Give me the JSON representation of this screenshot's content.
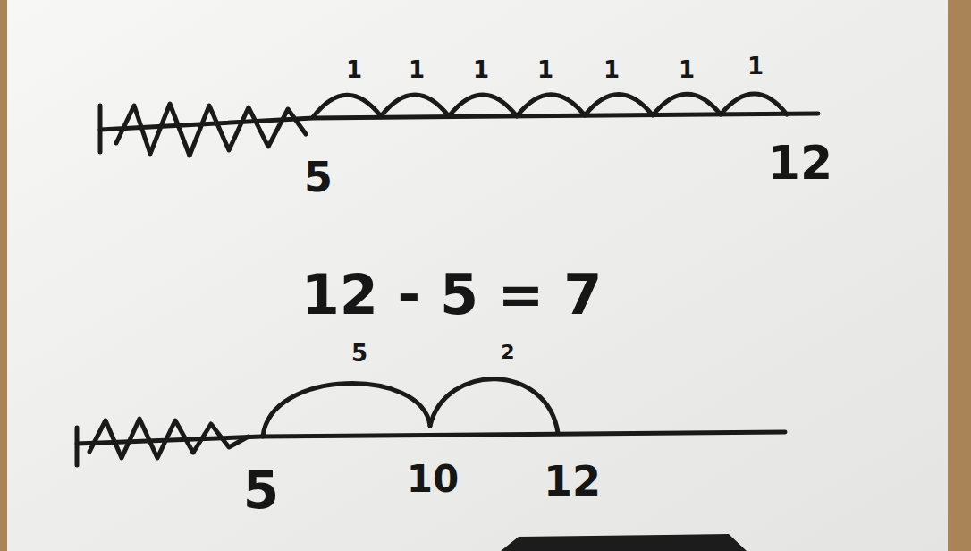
{
  "diagram": {
    "labels": [
      "1",
      "1",
      "1",
      "1",
      "1",
      "1",
      "1",
      "5",
      "12",
      "12 - 5 = 7",
      "5",
      "2",
      "5",
      "10",
      "12"
    ]
  }
}
